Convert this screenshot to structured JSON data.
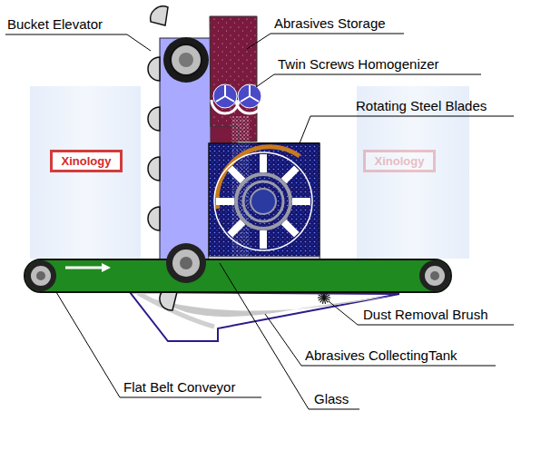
{
  "diagram": {
    "nodes": [
      {
        "text": [
          "Xinology"
        ]
      },
      {
        "text": [
          "Xinology"
        ]
      }
    ],
    "labels": [
      "Bucket Elevator",
      "Abrasives Storage",
      "Twin Screws Homogenizer",
      "Rotating Steel Blades",
      "Dust Removal Brush",
      "Abrasives CollectingTank",
      "Flat Belt Conveyor",
      "Glass"
    ]
  }
}
